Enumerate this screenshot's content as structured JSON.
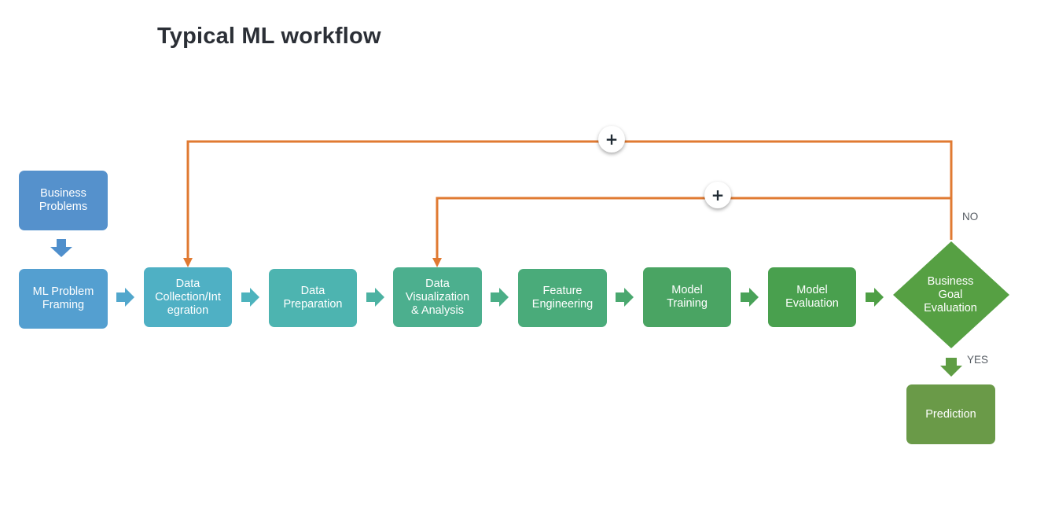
{
  "title": "Typical ML workflow",
  "colors": {
    "feedback_line": "#e07a32",
    "business_problems": "#5591cc",
    "ml_problem_framing": "#549fd0",
    "data_collection": "#4fb0c4",
    "data_preparation": "#4db4b0",
    "data_visualization": "#4caf8e",
    "feature_engineering": "#4aab7a",
    "model_training": "#4aa463",
    "model_evaluation": "#49a04e",
    "business_goal": "#56a043",
    "prediction": "#6a9a48"
  },
  "nodes": {
    "business_problems": [
      "Business",
      "Problems"
    ],
    "ml_problem_framing": [
      "ML Problem",
      "Framing"
    ],
    "data_collection": [
      "Data",
      "Collection/Int",
      "egration"
    ],
    "data_preparation": [
      "Data",
      "Preparation"
    ],
    "data_visualization": [
      "Data",
      "Visualization",
      "& Analysis"
    ],
    "feature_engineering": [
      "Feature",
      "Engineering"
    ],
    "model_training": [
      "Model",
      "Training"
    ],
    "model_evaluation": [
      "Model",
      "Evaluation"
    ],
    "business_goal": [
      "Business",
      "Goal",
      "Evaluation"
    ],
    "prediction": [
      "Prediction"
    ]
  },
  "labels": {
    "no": "NO",
    "yes": "YES"
  },
  "plus_symbol": "+",
  "icons": {
    "flow_arrow": "right-arrow-icon",
    "down_arrow": "down-arrow-icon",
    "plus": "plus-icon"
  }
}
